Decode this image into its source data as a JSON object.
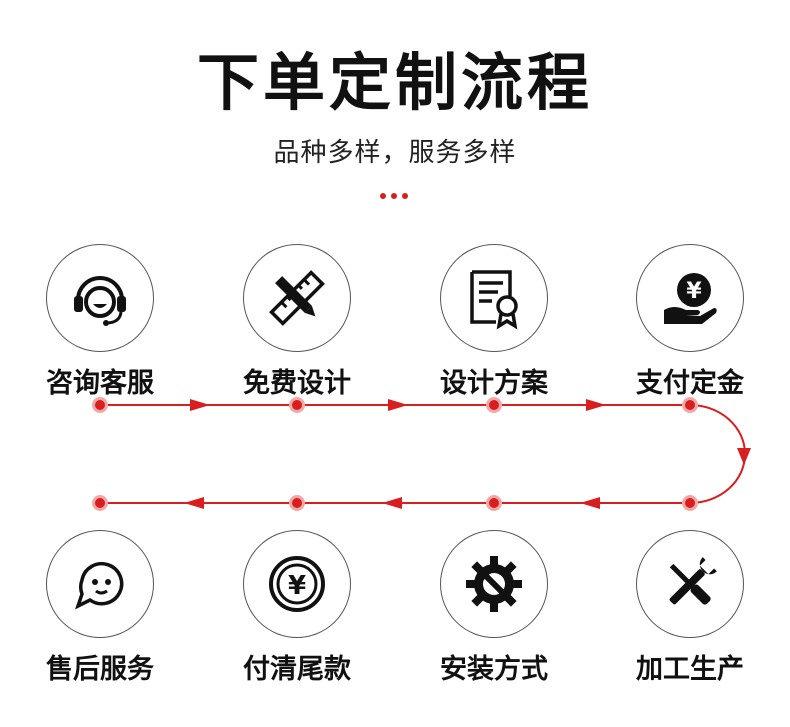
{
  "title": "下单定制流程",
  "subtitle": "品种多样，服务多样",
  "colors": {
    "accent": "#d81e1e",
    "text": "#111111",
    "circle_border": "#555555"
  },
  "steps_top": [
    {
      "label": "咨询客服",
      "icon": "headset-icon"
    },
    {
      "label": "免费设计",
      "icon": "ruler-pencil-icon"
    },
    {
      "label": "设计方案",
      "icon": "certificate-icon"
    },
    {
      "label": "支付定金",
      "icon": "yen-hand-icon"
    }
  ],
  "steps_bottom": [
    {
      "label": "售后服务",
      "icon": "chat-face-icon"
    },
    {
      "label": "付清尾款",
      "icon": "yen-coin-icon"
    },
    {
      "label": "安装方式",
      "icon": "gear-wrench-icon"
    },
    {
      "label": "加工生产",
      "icon": "tools-icon"
    }
  ]
}
